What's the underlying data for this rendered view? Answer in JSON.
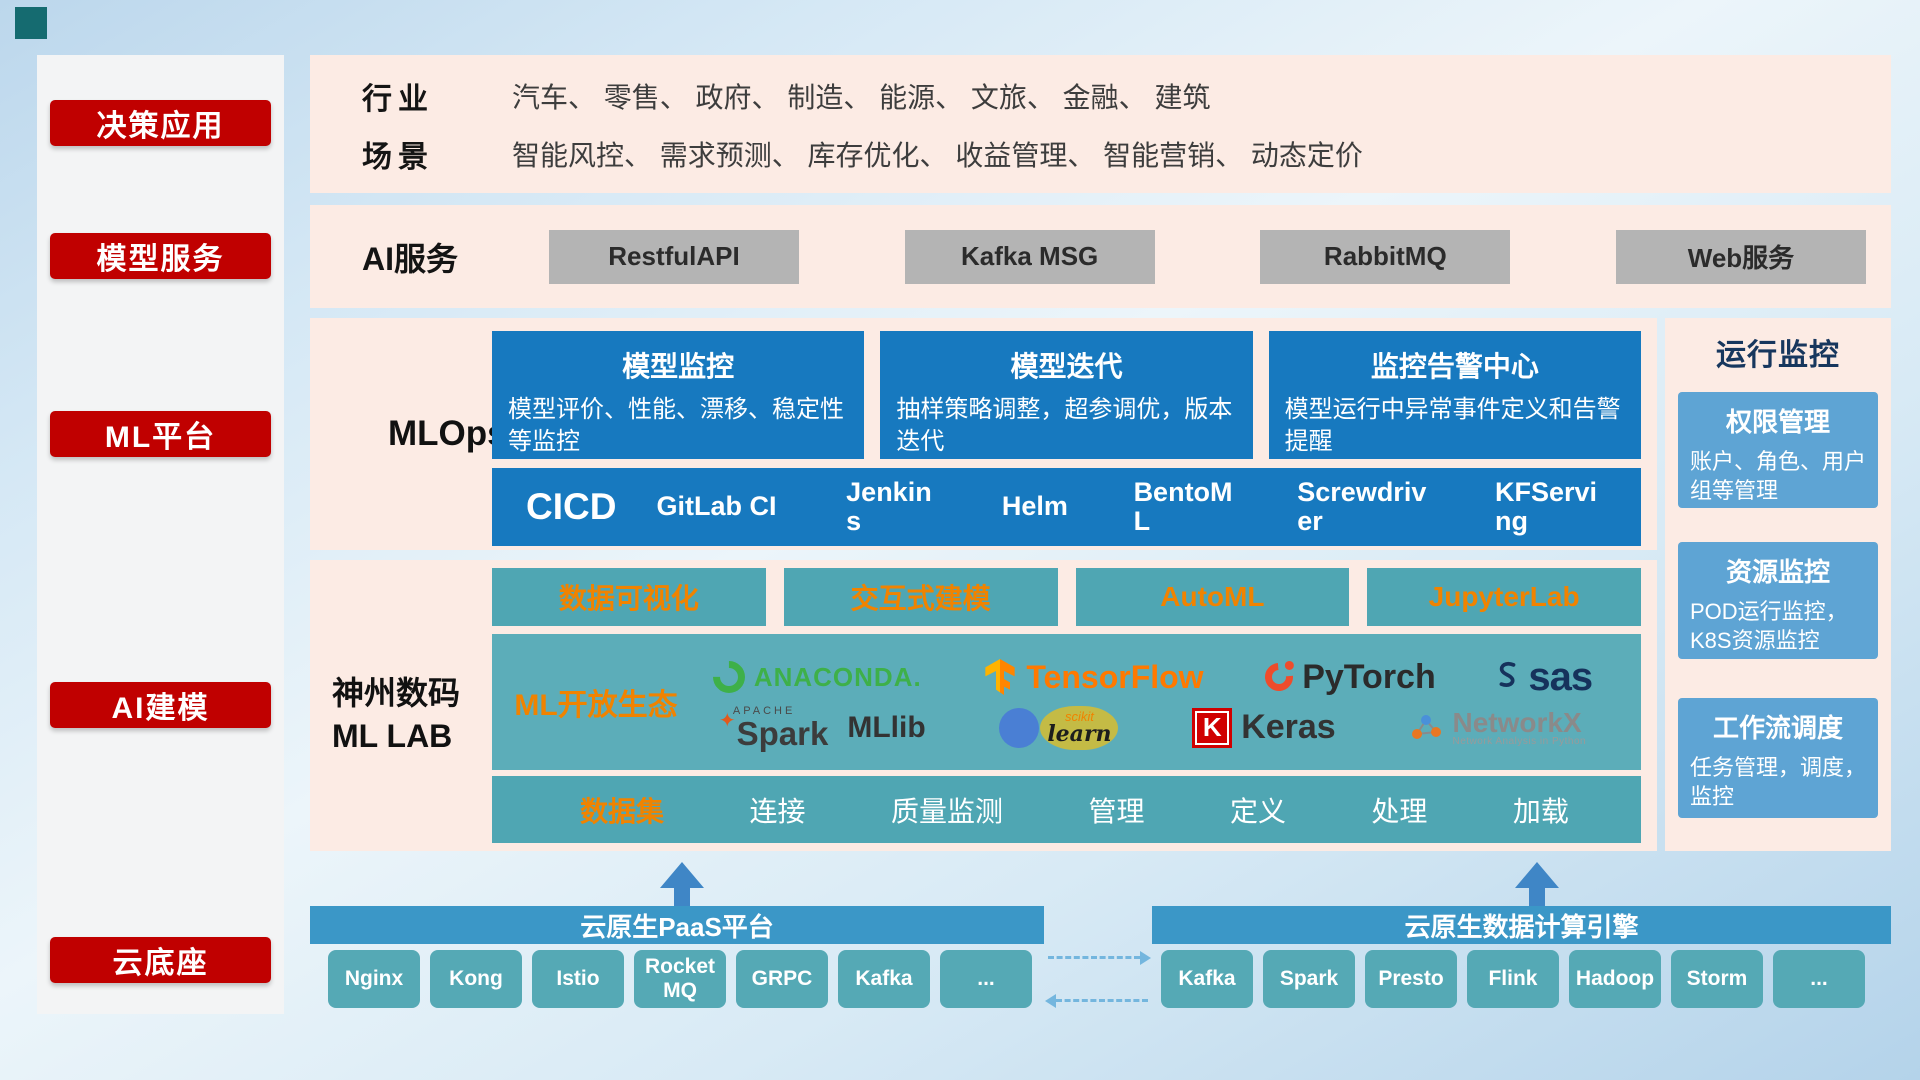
{
  "colors": {
    "red": "#c00000",
    "panel_pink": "#fcebe4",
    "blue": "#1779bf",
    "teal": "#4fa6b3",
    "teal_light": "#5cadb9",
    "card_blue": "#5ea4d4",
    "orange_accent": "#f08300",
    "header_blue": "#3b97c7",
    "chip_teal": "#55a9b5"
  },
  "sidebar": {
    "items": [
      {
        "label": "决策应用"
      },
      {
        "label": "模型服务"
      },
      {
        "label": "ML平台"
      },
      {
        "label": "AI建模"
      },
      {
        "label": "云底座"
      }
    ]
  },
  "app_layer": {
    "rows": [
      {
        "label": "行业",
        "text": "汽车、 零售、 政府、 制造、 能源、 文旅、 金融、 建筑"
      },
      {
        "label": "场景",
        "text": "智能风控、 需求预测、 库存优化、 收益管理、 智能营销、 动态定价"
      }
    ]
  },
  "service_layer": {
    "label": "AI服务",
    "items": [
      {
        "label": "RestfulAPI"
      },
      {
        "label": "Kafka MSG"
      },
      {
        "label": "RabbitMQ"
      },
      {
        "label": "Web服务"
      }
    ]
  },
  "mlops": {
    "label": "MLOps",
    "cards": [
      {
        "title": "模型监控",
        "desc": "模型评价、性能、漂移、稳定性等监控"
      },
      {
        "title": "模型迭代",
        "desc": "抽样策略调整，超参调优，版本迭代"
      },
      {
        "title": "监控告警中心",
        "desc": "模型运行中异常事件定义和告警提醒"
      }
    ],
    "cicd": {
      "label": "CICD",
      "items": [
        {
          "label": "GitLab CI"
        },
        {
          "label": "Jenkins"
        },
        {
          "label": "Helm"
        },
        {
          "label": "BentoML"
        },
        {
          "label": "Screwdriver"
        },
        {
          "label": "KFServing"
        }
      ]
    }
  },
  "monitor_panel": {
    "title": "运行监控",
    "cards": [
      {
        "title": "权限管理",
        "desc": "账户、角色、用户组等管理"
      },
      {
        "title": "资源监控",
        "desc": "POD运行监控，K8S资源监控"
      },
      {
        "title": "工作流调度",
        "desc": "任务管理，调度，监控"
      }
    ]
  },
  "mllab": {
    "label_line1": "神州数码",
    "label_line2": "ML LAB",
    "tools": [
      {
        "label": "数据可视化"
      },
      {
        "label": "交互式建模"
      },
      {
        "label": "AutoML"
      },
      {
        "label": "JupyterLab"
      }
    ],
    "ecosystem": {
      "label": "ML开放生态",
      "logos": {
        "anaconda": "ANACONDA.",
        "tensorflow": "TensorFlow",
        "pytorch": "PyTorch",
        "sas": "sas",
        "spark_apache": "APACHE",
        "spark": "Spark",
        "mllib": "MLlib",
        "scikit": "scikit",
        "learn": "learn",
        "keras_k": "K",
        "keras": "Keras",
        "networkx": "NetworkX",
        "networkx_sub": "Network Analysis in Python"
      }
    },
    "dataset": {
      "label": "数据集",
      "items": [
        {
          "label": "连接"
        },
        {
          "label": "质量监测"
        },
        {
          "label": "管理"
        },
        {
          "label": "定义"
        },
        {
          "label": "处理"
        },
        {
          "label": "加载"
        }
      ]
    }
  },
  "cloud": {
    "paas": {
      "title": "云原生PaaS平台",
      "items": [
        {
          "label": "Nginx"
        },
        {
          "label": "Kong"
        },
        {
          "label": "Istio"
        },
        {
          "label": "RocketMQ"
        },
        {
          "label": "GRPC"
        },
        {
          "label": "Kafka"
        },
        {
          "label": "..."
        }
      ]
    },
    "engine": {
      "title": "云原生数据计算引擎",
      "items": [
        {
          "label": "Kafka"
        },
        {
          "label": "Spark"
        },
        {
          "label": "Presto"
        },
        {
          "label": "Flink"
        },
        {
          "label": "Hadoop"
        },
        {
          "label": "Storm"
        },
        {
          "label": "..."
        }
      ]
    }
  }
}
